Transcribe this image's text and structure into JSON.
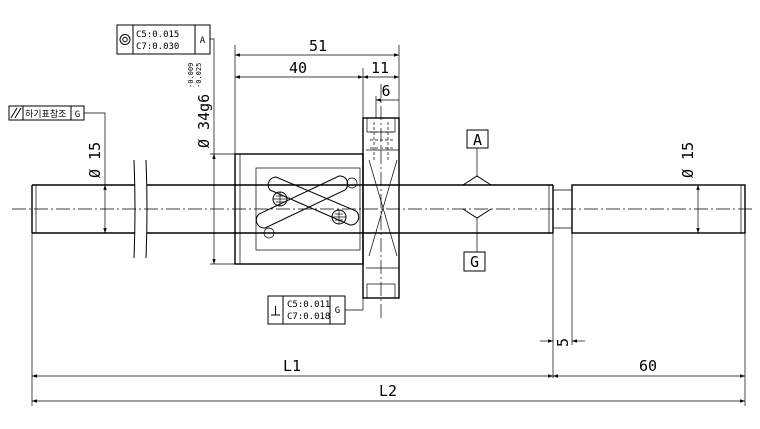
{
  "dimensions": {
    "flange_length": "51",
    "nut_length": "40",
    "flange_width": "11",
    "flange_thickness": "6",
    "nut_diameter": "Ø 34g6",
    "nut_tol_upper": "-0.009",
    "nut_tol_lower": "-0.025",
    "shaft_diameter_left": "Ø 15",
    "shaft_diameter_right": "Ø 15",
    "gap": "5",
    "l1": "L1",
    "l2": "L2",
    "end_length": "60"
  },
  "datums": {
    "a": "A",
    "g": "G"
  },
  "tolerance_frames": {
    "concentricity": {
      "line1": "C5:0.015",
      "line2": "C7:0.030",
      "datum": "A"
    },
    "parallelism": {
      "label": "하기표참조",
      "datum": "G"
    },
    "perpendicularity": {
      "line1": "C5:0.011",
      "line2": "C7:0.018",
      "datum": "G"
    }
  }
}
